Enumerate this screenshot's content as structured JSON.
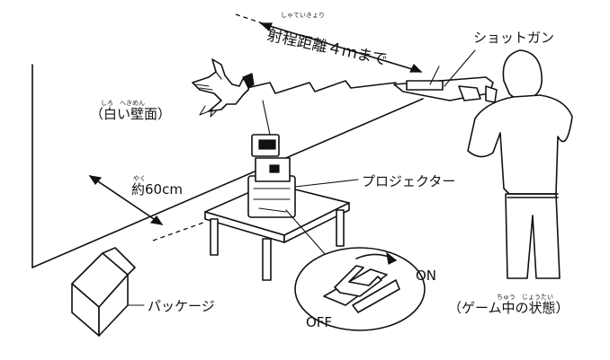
{
  "labels": {
    "shotgun": "ショットガン",
    "range": "射程距離４ｍまで",
    "range_ruby": "しゃていきょり",
    "wall": "（白い壁面）",
    "wall_ruby": "しろ　へきめん",
    "distance": "約60cm",
    "distance_ruby": "やく",
    "projector": "プロジェクター",
    "package": "パッケージ",
    "state": "（ゲーム中の状態）",
    "state_ruby": "ちゅう　じょうたい",
    "switch_on": "ON",
    "switch_off": "OFF"
  }
}
